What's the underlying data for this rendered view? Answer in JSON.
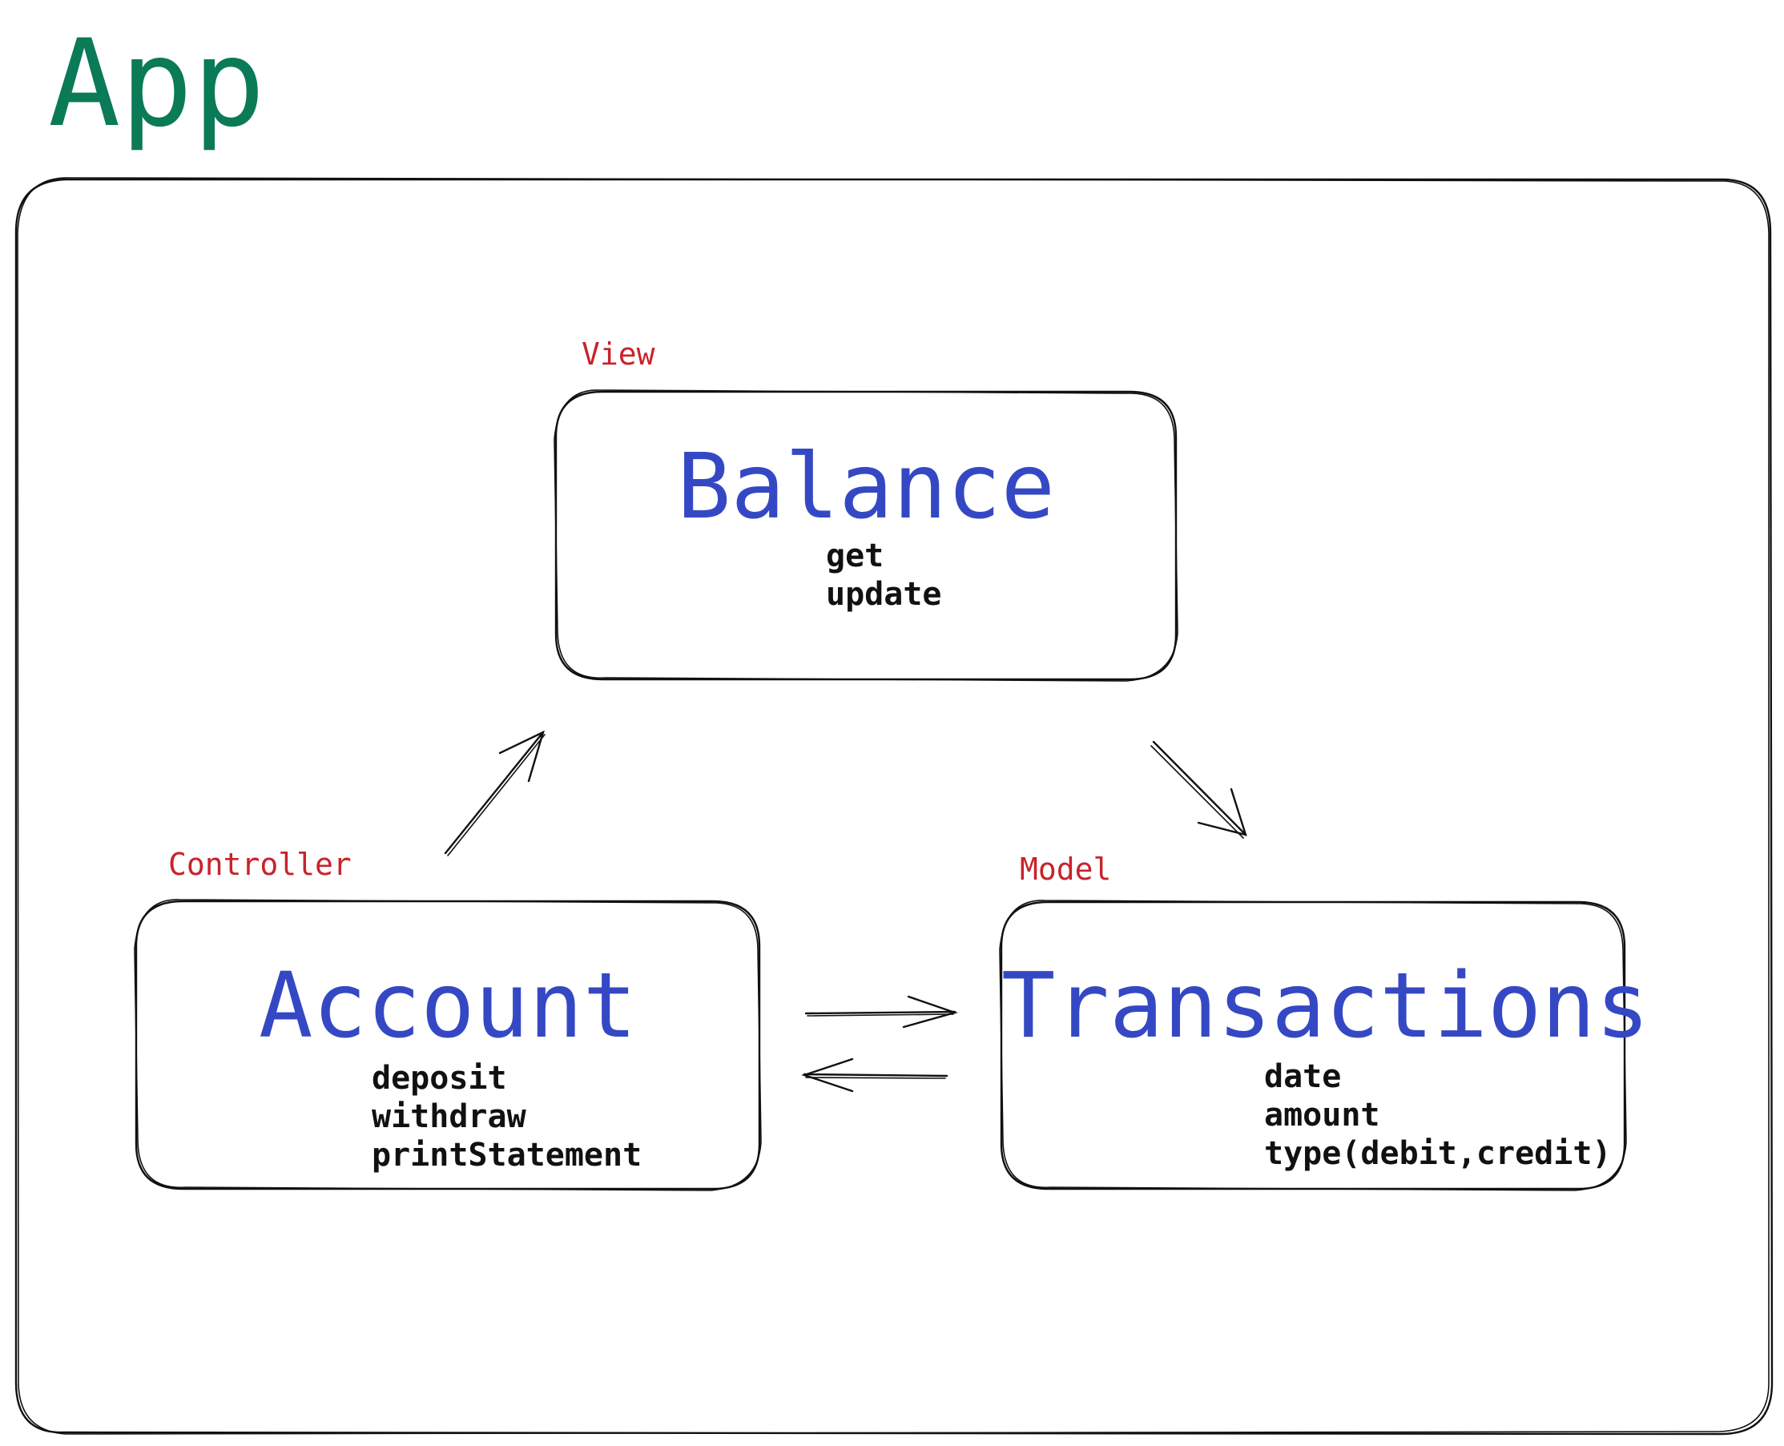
{
  "app": {
    "title": "App"
  },
  "nodes": {
    "view": {
      "role": "View",
      "title": "Balance",
      "methods": [
        "get",
        "update"
      ]
    },
    "controller": {
      "role": "Controller",
      "title": "Account",
      "methods": [
        "deposit",
        "withdraw",
        "printStatement"
      ]
    },
    "model": {
      "role": "Model",
      "title": "Transactions",
      "methods": [
        "date",
        "amount",
        "type(debit,credit)"
      ]
    }
  },
  "colors": {
    "app_title": "#0b7a57",
    "role_label": "#c8232a",
    "node_title": "#3548c4",
    "method_text": "#111111",
    "stroke": "#111111"
  }
}
